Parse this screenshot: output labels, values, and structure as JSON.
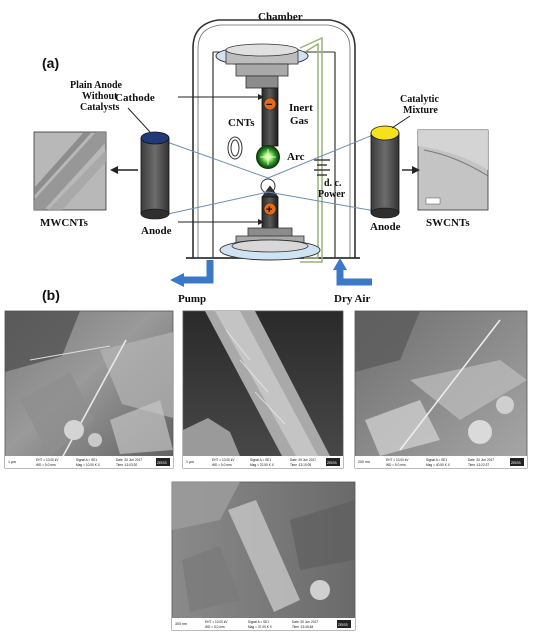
{
  "diagram": {
    "panel_a": "(a)",
    "panel_b": "(b)",
    "labels": {
      "chamber": "Chamber",
      "cathode": "Cathode",
      "inert_gas_1": "Inert",
      "inert_gas_2": "Gas",
      "cnts": "CNTs",
      "arc": "Arc",
      "plain_anode_1": "Plain Anode",
      "plain_anode_2": "Without",
      "plain_anode_3": "Catalysts",
      "catalytic_1": "Catalytic",
      "catalytic_2": "Mixture",
      "dc_power_1": "d. c.",
      "dc_power_2": "Power",
      "anode_left": "Anode",
      "anode_right": "Anode",
      "mwcnts": "MWCNTs",
      "swcnts": "SWCNTs",
      "pump": "Pump",
      "dry_air": "Dry Air",
      "minus": "−",
      "plus": "+"
    },
    "colors": {
      "chamber_line": "#333333",
      "wire_green": "#9bb27a",
      "blue_line": "#6a8fb4",
      "flow_blue": "#3c78c8",
      "catalyst_yellow": "#f5e21a",
      "electrode_dark": "#3a3a3a",
      "rod_dark": "#222222",
      "disc_light": "#cfe3f3",
      "arc_green": "#39c43a"
    }
  },
  "sem_images": [
    {
      "scale": "1 μm",
      "eht": "EHT = 10.00 kV",
      "wd": "WD = 5.0 mm",
      "signal": "Signal A = SE1",
      "mag": "Mag = 10.00 K X",
      "date": "Date :20 Jun 2017",
      "time": "Time :13:03:20",
      "logo": "ZEISS"
    },
    {
      "scale": "1 μm",
      "eht": "EHT = 10.00 kV",
      "wd": "WD = 5.0 mm",
      "signal": "Signal A = SE1",
      "mag": "Mag = 22.50 K X",
      "date": "Date :20 Jun 2017",
      "time": "Time :13:10:05",
      "logo": "ZEISS"
    },
    {
      "scale": "200 nm",
      "eht": "EHT = 10.00 kV",
      "wd": "WD = 5.0 mm",
      "signal": "Signal A = SE1",
      "mag": "Mag = 40.50 K X",
      "date": "Date :20 Jun 2017",
      "time": "Time :13:22:37",
      "logo": "ZEISS"
    },
    {
      "scale": "300 nm",
      "eht": "EHT = 10.00 kV",
      "wd": "WD = 5.0 mm",
      "signal": "Signal A = SE1",
      "mag": "Mag = 37.00 K X",
      "date": "Date :20 Jun 2017",
      "time": "Time :13:45:48",
      "logo": "ZEISS"
    }
  ]
}
